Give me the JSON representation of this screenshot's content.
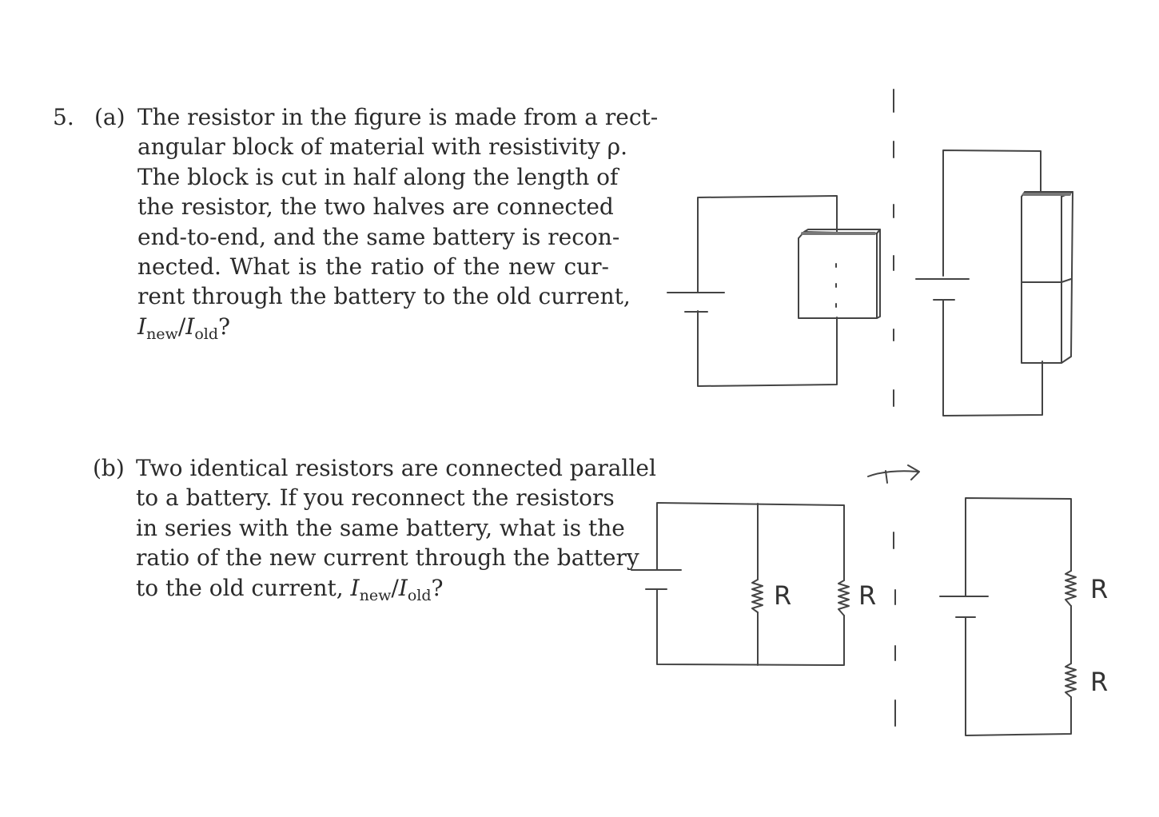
{
  "problem": {
    "number": "5.",
    "part_a": {
      "label": "(a)",
      "lines": [
        "The resistor in the figure is made from a rect-",
        "angular block of material with resistivity ρ.",
        "The block is cut in half along the length of",
        "the resistor, the two halves are connected",
        "end-to-end, and the same battery is recon-",
        "nected. What is the ratio of the new cur-",
        "rent through the battery to the old current,"
      ],
      "ratio": {
        "var1": "I",
        "sub1": "new",
        "slash": "/",
        "var2": "I",
        "sub2": "old",
        "end": "?"
      }
    },
    "part_b": {
      "label": "(b)",
      "lines": [
        "Two identical resistors are connected parallel",
        "to a battery. If you reconnect the resistors",
        "in series with the same battery, what is the",
        "ratio of the new current through the battery"
      ],
      "last_line_prefix": "to the old current, ",
      "ratio": {
        "var1": "I",
        "sub1": "new",
        "slash": "/",
        "var2": "I",
        "sub2": "old",
        "end": "?"
      }
    }
  },
  "figure_b_labels": {
    "parallel_r1": "R",
    "parallel_r2": "R",
    "series_r1": "R",
    "series_r2": "R"
  },
  "colors": {
    "ink": "#2a2a2a",
    "pencil": "#444444"
  }
}
